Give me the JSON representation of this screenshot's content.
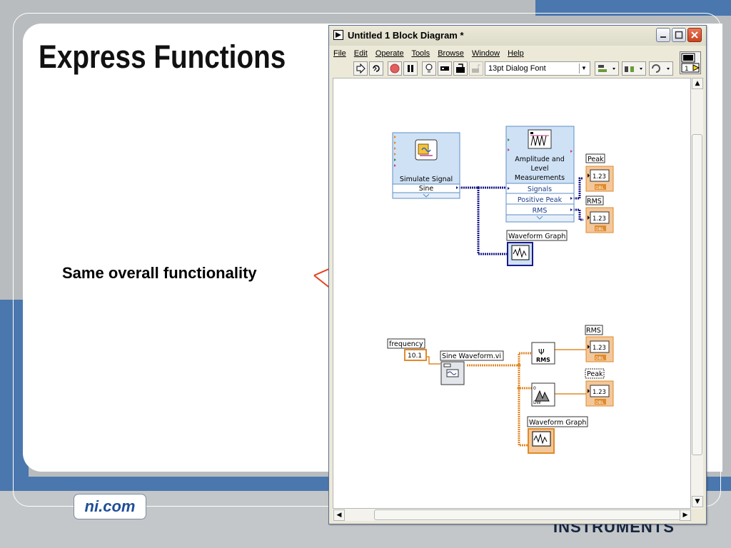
{
  "slide": {
    "title": "Express Functions",
    "subtitle": "Same overall functionality",
    "logo_text": "ni.com",
    "footer_brand": "INSTRUMENTS"
  },
  "window": {
    "title": "Untitled 1 Block Diagram *",
    "menu": [
      "File",
      "Edit",
      "Operate",
      "Tools",
      "Browse",
      "Window",
      "Help"
    ],
    "font_select": "13pt Dialog Font",
    "context_help_value": "1"
  },
  "diagram": {
    "simulate_signal": {
      "title": "Simulate Signal",
      "output": "Sine"
    },
    "amplitude": {
      "title_lines": [
        "Amplitude and",
        "Level",
        "Measurements"
      ],
      "terminals": [
        "Signals",
        "Positive Peak",
        "RMS"
      ]
    },
    "peak_indicator": {
      "label": "Peak",
      "value": "1.23",
      "type": "DBL"
    },
    "rms_indicator": {
      "label": "RMS",
      "value": "1.23",
      "type": "DBL"
    },
    "waveform_graph_top": {
      "label": "Waveform Graph"
    },
    "frequency_control": {
      "label": "frequency",
      "value": "10.1"
    },
    "sine_waveform": {
      "label": "Sine Waveform.vi"
    },
    "rms_function": {
      "label": "RMS"
    },
    "rms_indicator_bottom": {
      "label": "RMS",
      "value": "1.23",
      "type": "DBL"
    },
    "peak_indicator_bottom": {
      "label": "Peak",
      "value": "1.23",
      "type": "DBL"
    },
    "waveform_graph_bottom": {
      "label": "Waveform Graph"
    }
  },
  "colors": {
    "express_blue": "#cfe2f5",
    "wire_orange": "#e08a2a",
    "wire_blue": "#1a1a8a",
    "arrow_red": "#e8401c",
    "slide_blue": "#4a77ad"
  }
}
